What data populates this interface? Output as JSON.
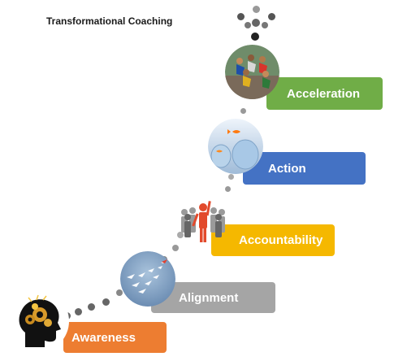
{
  "title": "Transformational Coaching",
  "stages": [
    {
      "label": "Awareness",
      "color": "#ED7D31",
      "icon": "head-with-gears-and-lightbulb-icon"
    },
    {
      "label": "Alignment",
      "color": "#A5A5A5",
      "icon": "paper-planes-flying-icon"
    },
    {
      "label": "Accountability",
      "color": "#F5B800",
      "icon": "people-group-raised-hand-icon"
    },
    {
      "label": "Action",
      "color": "#4472C4",
      "icon": "goldfish-jumping-bowls-icon"
    },
    {
      "label": "Acceleration",
      "color": "#70AD47",
      "icon": "sprinters-racing-icon"
    }
  ]
}
